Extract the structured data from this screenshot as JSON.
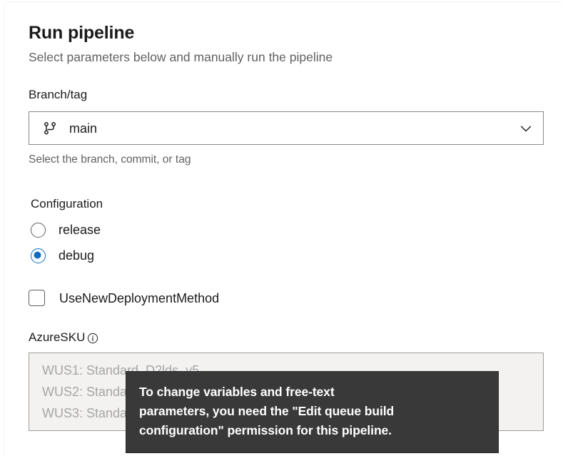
{
  "dialog": {
    "title": "Run pipeline",
    "subtitle": "Select parameters below and manually run the pipeline"
  },
  "branch_field": {
    "label": "Branch/tag",
    "icon": "git-branch-icon",
    "value": "main",
    "dropdown_icon": "chevron-down-icon",
    "hint": "Select the branch, commit, or tag"
  },
  "configuration": {
    "label": "Configuration",
    "options": [
      {
        "label": "release",
        "selected": false
      },
      {
        "label": "debug",
        "selected": true
      }
    ]
  },
  "checkbox_param": {
    "label": "UseNewDeploymentMethod",
    "checked": false
  },
  "sku_field": {
    "label": "AzureSKU",
    "info_icon": "info-icon",
    "lines": [
      "WUS1: Standard_D2lds_v5",
      "WUS2: Standard_D2lds_v5",
      "WUS3: Standard_D2lds_v5"
    ]
  },
  "tooltip": {
    "lines": [
      "To change variables and free-text",
      "parameters, you need the \"Edit queue build",
      "configuration\" permission for this pipeline."
    ]
  },
  "colors": {
    "accent": "#0f6cbd",
    "text": "#1b1b1b",
    "muted": "#616161",
    "placeholder": "#a6a6a6",
    "tooltip_bg": "#393939",
    "field_border": "#8a8886",
    "disabled_bg": "#f3f2f1"
  }
}
